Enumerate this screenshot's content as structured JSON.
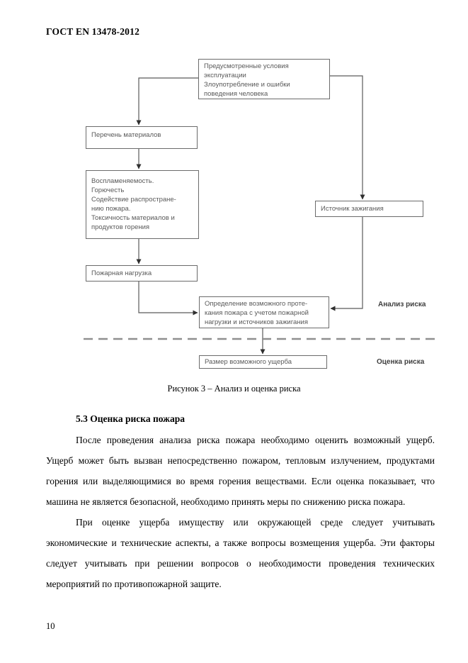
{
  "page": {
    "header": "ГОСТ EN 13478-2012",
    "page_number": "10"
  },
  "figure": {
    "caption": "Рисунок 3 – Анализ и оценка риска",
    "boxes": {
      "conditions": "Предусмотренные условия\nэксплуатации\nЗлоупотребление и ошибки\nповедения человека",
      "materials": "Перечень материалов",
      "flammability": "Воспламеняемость.\nГорючесть\nСодействие распростране-\nнию пожара.\nТоксичность материалов и\nпродуктов горения",
      "fire_load": "Пожарная нагрузка",
      "ignition": "Источник зажигания",
      "determination": "Определение возможного проте-\nкания пожара с учетом пожарной\nнагрузки и источников зажигания",
      "damage": "Размер возможного ущерба"
    },
    "labels": {
      "analysis": "Анализ риска",
      "evaluation": "Оценка риска"
    },
    "colors": {
      "box_border": "#6b6b6b",
      "box_text": "#595959",
      "connector_line": "#5a5a5a",
      "arrowhead": "#2f2f2f",
      "dashed_divider": "#8f8f8f"
    }
  },
  "section": {
    "heading": "5.3 Оценка риска пожара",
    "paragraphs": [
      "После проведения анализа риска пожара необходимо оценить возможный ущерб. Ущерб может быть вызван непосредственно пожаром, тепловым излучением, продуктами горения или выделяющимися во время горения веществами. Если оценка показывает, что машина не является безопасной, необходимо принять меры по снижению риска пожара.",
      "При оценке ущерба имуществу или окружающей среде следует учитывать экономические и технические аспекты, а также вопросы возмещения ущерба. Эти факторы следует учитывать при решении вопросов о необходимости проведения технических мероприятий по противопожарной защите."
    ]
  }
}
